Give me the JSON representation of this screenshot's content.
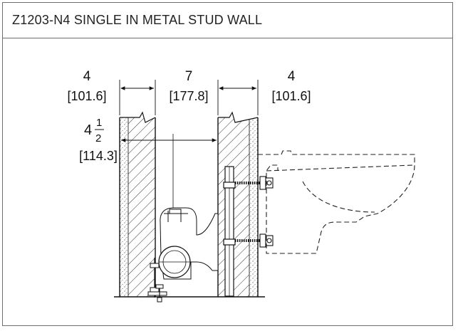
{
  "header": {
    "title": "Z1203-N4 SINGLE IN METAL STUD WALL"
  },
  "dimensions": {
    "left_wall": {
      "value": "4",
      "metric": "[101.6]"
    },
    "cavity": {
      "value": "7",
      "metric": "[177.8]"
    },
    "right_wall": {
      "value": "4",
      "metric": "[101.6]"
    },
    "centerline": {
      "whole": "4",
      "numerator": "1",
      "denominator": "2",
      "metric": "[114.3]"
    }
  }
}
